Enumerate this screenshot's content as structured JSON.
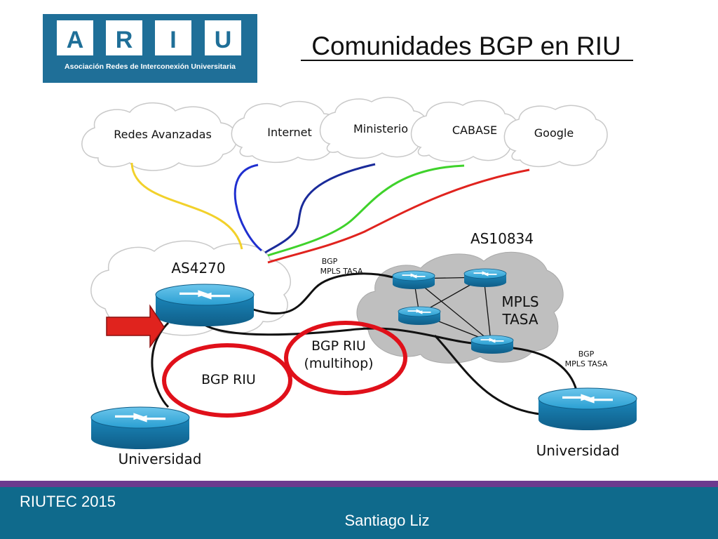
{
  "logo": {
    "letters": [
      "A",
      "R",
      "I",
      "U"
    ],
    "subtitle": "Asociación Redes de Interconexión Universitaria",
    "color": "#1f6f98"
  },
  "slide_title": "Comunidades BGP en RIU",
  "clouds": {
    "redes_avanzadas": "Redes Avanzadas",
    "internet": "Internet",
    "ministerio": "Ministerio",
    "cabase": "CABASE",
    "google": "Google"
  },
  "as4270": {
    "label": "AS4270"
  },
  "as10834": {
    "label": "AS10834",
    "mpls_line1": "MPLS",
    "mpls_line2": "TASA"
  },
  "links": {
    "bgp_tasa_top_line1": "BGP",
    "bgp_tasa_top_line2": "MPLS TASA",
    "bgp_tasa_right_line1": "BGP",
    "bgp_tasa_right_line2": "MPLS TASA",
    "bgp_riu": "BGP RIU",
    "bgp_riu_multihop_line1": "BGP RIU",
    "bgp_riu_multihop_line2": "(multihop)"
  },
  "universidad_left": "Universidad",
  "universidad_right": "Universidad",
  "footer": {
    "event": "RIUTEC 2015",
    "author": "Santiago Liz",
    "bar_color": "#0f6a8c",
    "stripe_color": "#6b3a8e"
  },
  "colors": {
    "yellow_link": "#f2d12b",
    "blue_link": "#1f2fd0",
    "navy_link": "#1a2b9a",
    "green_link": "#3fd22b",
    "red_link": "#e0231e",
    "highlight_ring": "#e0101a",
    "router": "#1f94c8",
    "mpls_cloud": "#bfbfbf"
  }
}
